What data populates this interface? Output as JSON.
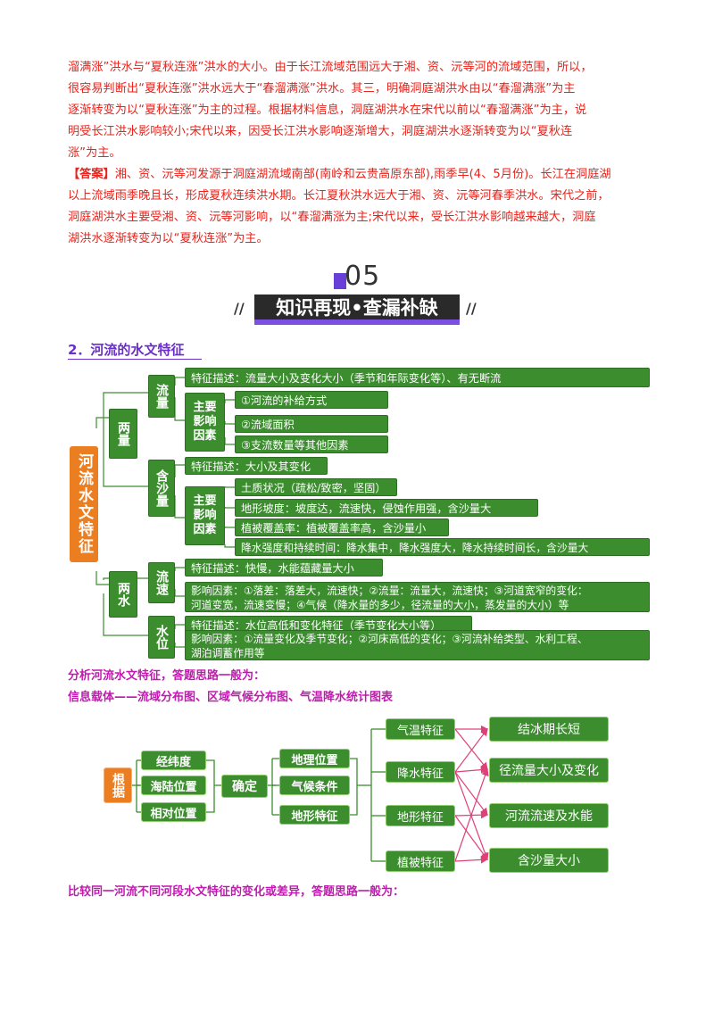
{
  "paragraphs": [
    "溜满涨”洪水与“夏秋连涨”洪水的大小。由于长江流域范围远大于湘、资、沅等河的流域范围，所以，",
    "很容易判断出“夏秋连涨”洪水远大于“春溜满涨”洪水。其三，明确洞庭湖洪水由以“春溜满涨”为主",
    "逐渐转变为以“夏秋连涨”为主的过程。根据材料信息，洞庭湖洪水在宋代以前以“春溜满涨”为主，说",
    "明受长江洪水影响较小;宋代以来，因受长江洪水影响逐渐增大，洞庭湖洪水逐渐转变为以“夏秋连",
    "涨”为主。"
  ],
  "answer": {
    "tag": "【答案】",
    "lines": [
      "湘、资、沅等河发源于洞庭湖流域南部(南岭和云贵高原东部),雨季早(4、5月份)。长江在洞庭湖",
      "以上流域雨季晚且长，形成夏秋连续洪水期。长江夏秋洪水远大于湘、资、沅等河春季洪水。宋代之前，",
      "洞庭湖洪水主要受湘、资、沅等河影响，以“春溜满涨为主;宋代以来，受长江洪水影响越来越大，洞庭",
      "湖洪水逐渐转变为以“夏秋连涨”为主。"
    ]
  },
  "banner": {
    "number": "05",
    "title": "知识再现•查漏补缺",
    "slashes_left": "//",
    "slashes_right": "//"
  },
  "section_title": "2．河流的水文特征",
  "diagram1": {
    "root": "河流水文特征",
    "groups": {
      "liangliang": "两量",
      "liangshui": "两水"
    },
    "nodes": {
      "liuliang": "流量",
      "hanshaliang": "含沙量",
      "liusu": "流速",
      "shuiwei": "水位",
      "yingxiang1": "主要影响因素",
      "yingxiang2": "主要影响因素"
    },
    "items": {
      "ll_feature": "特征描述：流量大小及变化大小（季节和年际变化等）、有无断流",
      "ll_f1": "①河流的补给方式",
      "ll_f2": "②流域面积",
      "ll_f3": "③支流数量等其他因素",
      "hs_feature": "特征描述：大小及其变化",
      "hs_f1": "土质状况（疏松/致密，坚固）",
      "hs_f2": "地形坡度：坡度达，流速快，侵蚀作用强，含沙量大",
      "hs_f3": "植被覆盖率：植被覆盖率高，含沙量小",
      "hs_f4": "降水强度和持续时间：降水集中，降水强度大，降水持续时间长，含沙量大",
      "ls_feature": "特征描述：快慢，水能蕴藏量大小",
      "ls_factor_1": "影响因素：①落差：落差大，流速快；②流量：流量大，流速快；③河道宽窄的变化：",
      "ls_factor_2": "河道变宽，流速变慢；④气候（降水量的多少，径流量的大小，蒸发量的大小）等",
      "sw_feature": "特征描述：水位高低和变化特征（季节变化大小等）",
      "sw_factor_1": "影响因素：①流量变化及季节变化；②河床高低的变化；③河流补给类型、水利工程、",
      "sw_factor_2": "湖泊调蓄作用等"
    }
  },
  "note1": "分析河流水文特征，答题思路一般为：",
  "note2": "信息载体——流域分布图、区域气候分布图、气温降水统计图表",
  "diagram2": {
    "root": "根据",
    "basis": [
      "经纬度",
      "海陆位置",
      "相对位置"
    ],
    "determine": "确定",
    "conditions": [
      "地理位置",
      "气候条件",
      "地形特征"
    ],
    "features": [
      "气温特征",
      "降水特征",
      "地形特征",
      "植被特征"
    ],
    "results": [
      "结冰期长短",
      "径流量大小及变化",
      "河流流速及水能",
      "含沙量大小"
    ]
  },
  "note3": "比较同一河流不同河段水文特征的变化或差异，答题思路一般为：",
  "colors": {
    "red_text": "#e8231b",
    "purple": "#6a2fc9",
    "magenta": "#c21ab0",
    "green": "#3b8d2e",
    "orange": "#ec7e22",
    "pink_arrow": "#e0407a"
  }
}
